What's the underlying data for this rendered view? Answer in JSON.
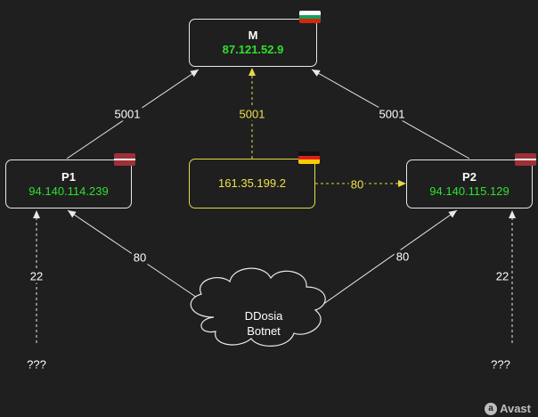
{
  "nodes": {
    "m": {
      "title": "M",
      "ip": "87.121.52.9",
      "flag": "bulgaria-flag"
    },
    "p1": {
      "title": "P1",
      "ip": "94.140.114.239",
      "flag": "latvia-flag"
    },
    "p2": {
      "title": "P2",
      "ip": "94.140.115.129",
      "flag": "latvia-flag"
    },
    "de": {
      "ip": "161.35.199.2",
      "flag": "germany-flag"
    },
    "botnet": {
      "line1": "DDosia",
      "line2": "Botnet"
    }
  },
  "edges": {
    "p1_m": "5001",
    "de_m": "5001",
    "p2_m": "5001",
    "de_p2": "80",
    "bot_p1": "80",
    "bot_p2": "80",
    "unk_p1": "22",
    "unk_p2": "22"
  },
  "unknown": {
    "left": "???",
    "right": "???"
  },
  "watermark": {
    "text": "Avast",
    "icon": "avast-logo-icon"
  },
  "colors": {
    "background": "#1f1f1f",
    "ip_green": "#2ee02e",
    "highlight_yellow": "#e5d94b",
    "line": "#e8e8e8"
  }
}
